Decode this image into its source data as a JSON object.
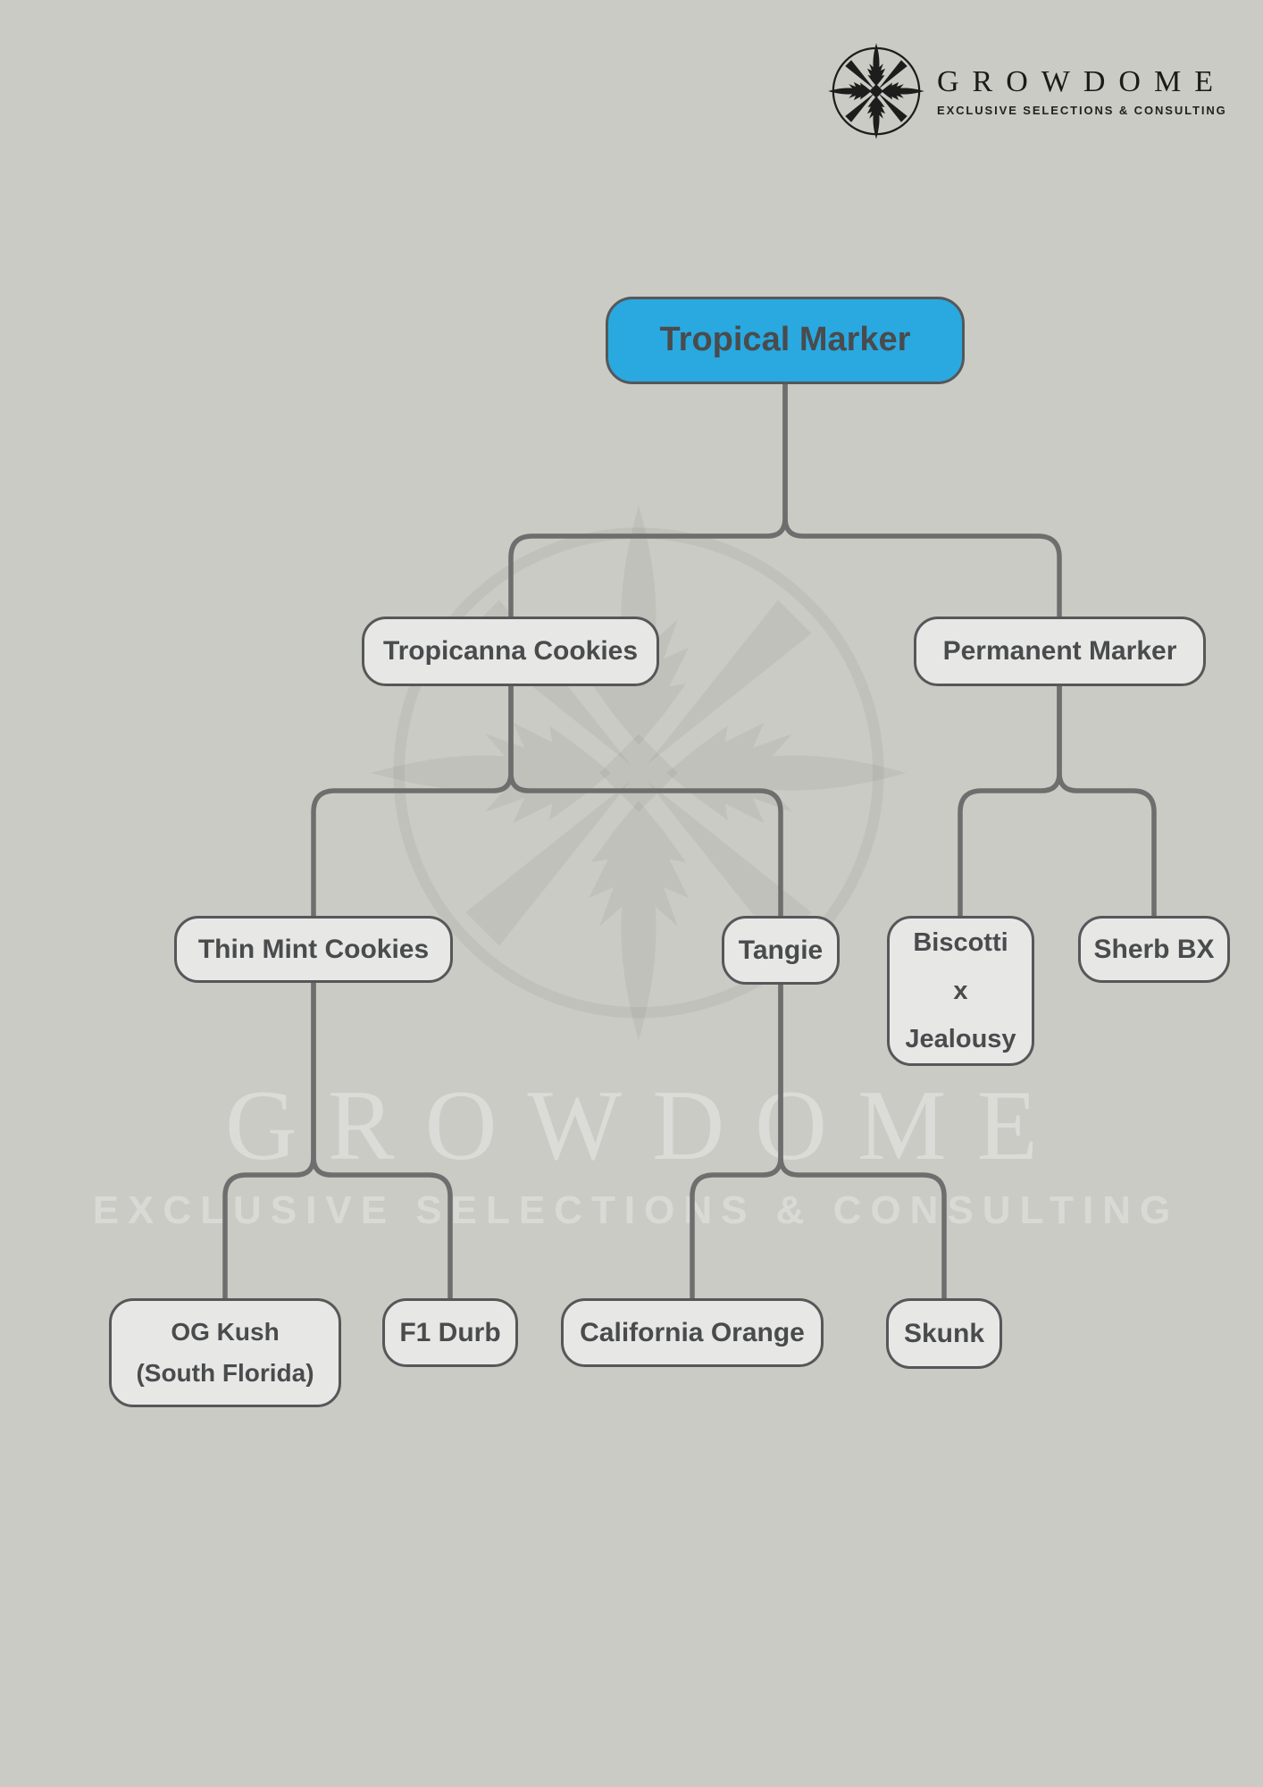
{
  "brand": {
    "name": "GROWDOME",
    "tagline": "EXCLUSIVE SELECTIONS & CONSULTING"
  },
  "colors": {
    "background": "#c9cbc4",
    "accent_blue": "#29a9e0",
    "node_fill": "#e7e8e6",
    "node_border": "#565759",
    "connector_line": "#6e6e6e",
    "node_text": "#4a4b4d"
  },
  "tree": {
    "title_node": "Tropical Marker",
    "nodes": [
      {
        "id": "tropical-marker",
        "label": "Tropical Marker",
        "parent": null,
        "lines": [
          "Tropical Marker"
        ]
      },
      {
        "id": "tropicanna-cookies",
        "label": "Tropicanna Cookies",
        "parent": "tropical-marker",
        "lines": [
          "Tropicanna Cookies"
        ]
      },
      {
        "id": "permanent-marker",
        "label": "Permanent Marker",
        "parent": "tropical-marker",
        "lines": [
          "Permanent Marker"
        ]
      },
      {
        "id": "thin-mint-cookies",
        "label": "Thin Mint Cookies",
        "parent": "tropicanna-cookies",
        "lines": [
          "Thin Mint Cookies"
        ]
      },
      {
        "id": "tangie",
        "label": "Tangie",
        "parent": "tropicanna-cookies",
        "lines": [
          "Tangie"
        ]
      },
      {
        "id": "biscotti-x-jealousy",
        "label": "Biscotti x Jealousy",
        "parent": "permanent-marker",
        "lines": [
          "Biscotti",
          "x",
          "Jealousy"
        ]
      },
      {
        "id": "sherb-bx",
        "label": "Sherb BX",
        "parent": "permanent-marker",
        "lines": [
          "Sherb BX"
        ]
      },
      {
        "id": "og-kush",
        "label": "OG Kush (South Florida)",
        "parent": "thin-mint-cookies",
        "lines": [
          "OG Kush",
          "(South Florida)"
        ]
      },
      {
        "id": "f1-durb",
        "label": "F1 Durb",
        "parent": "thin-mint-cookies",
        "lines": [
          "F1 Durb"
        ]
      },
      {
        "id": "california-orange",
        "label": "California Orange",
        "parent": "tangie",
        "lines": [
          "California Orange"
        ]
      },
      {
        "id": "skunk",
        "label": "Skunk",
        "parent": "tangie",
        "lines": [
          "Skunk"
        ]
      }
    ]
  }
}
